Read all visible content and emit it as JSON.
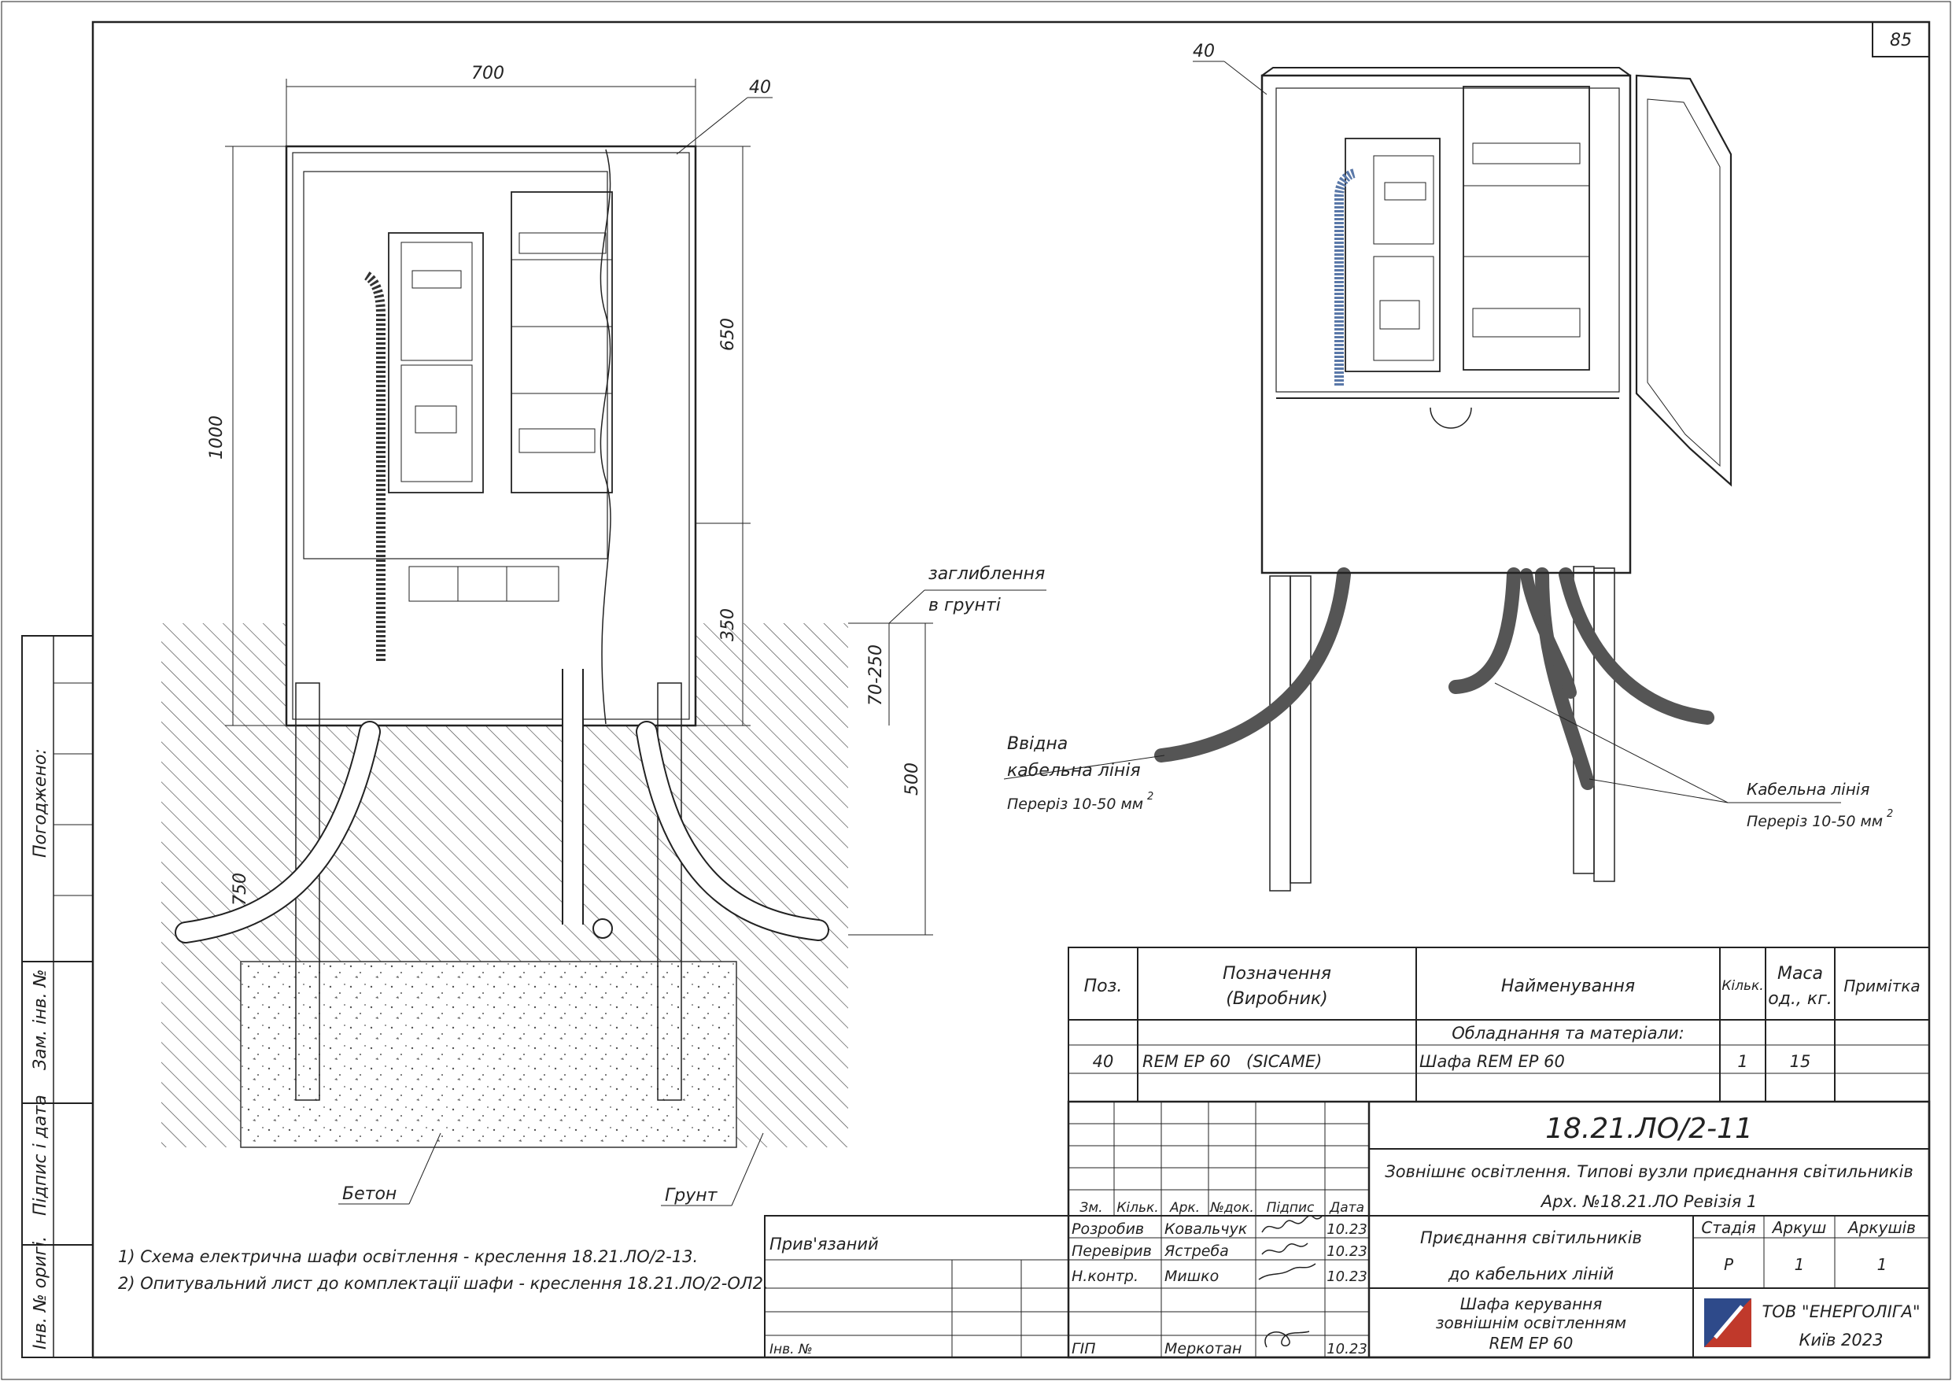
{
  "sheet": {
    "page_number": "85"
  },
  "front_view": {
    "dims": {
      "width": "700",
      "height": "1000",
      "upper": "650",
      "lower": "350",
      "depth": "70-250",
      "foundation": "500",
      "post_depth": "750"
    },
    "position": "40",
    "burial_label": [
      "заглиблення",
      "в грунті"
    ],
    "concrete_label": "Бетон",
    "soil_label": "Грунт"
  },
  "iso_view": {
    "position": "40",
    "inlet": {
      "title": [
        "Ввідна",
        "кабельна лінія"
      ],
      "section": "Переріз 10-50 мм",
      "sup": "2"
    },
    "cable": {
      "title": "Кабельна лінія",
      "section": "Переріз 10-50 мм",
      "sup": "2"
    }
  },
  "notes": [
    "1) Схема електрична шафи освітлення - креслення 18.21.ЛО/2-13.",
    "2) Опитувальний лист до комплектації шафи - креслення 18.21.ЛО/2-ОЛ2."
  ],
  "left_strip": {
    "agreed": "Погоджено:",
    "zam_inv": "Зам. інв. №",
    "sign_date": "Підпис і дата",
    "inv_orig": "Інв. № оригі."
  },
  "spec_table": {
    "headers": {
      "pos": "Поз.",
      "designation": [
        "Позначення",
        "(Виробник)"
      ],
      "name": "Найменування",
      "qty": "Кільк.",
      "mass": [
        "Маса",
        "од., кг."
      ],
      "note": "Примітка"
    },
    "section": "Обладнання та матеріали:",
    "rows": [
      {
        "pos": "40",
        "designation": "REM EP 60   (SICAME)",
        "name": "Шафа REM EP 60",
        "qty": "1",
        "mass": "15",
        "note": ""
      }
    ]
  },
  "title_block": {
    "code": "18.21.ЛО/2-11",
    "project_line1": "Зовнішнє освітлення. Типові вузли приєднання світильників",
    "project_line2": "Арх. №18.21.ЛО Ревізія 1",
    "sheet_title": [
      "Приєднання світильників",
      "до кабельних ліній"
    ],
    "drawing_title": [
      "Шафа керування",
      "зовнішнім освітленням",
      "REM EP 60"
    ],
    "col_heads": [
      "Зм.",
      "Кільк.",
      "Арк.",
      "№док.",
      "Підпис",
      "Дата"
    ],
    "people": [
      {
        "role": "Розробив",
        "name": "Ковальчук",
        "date": "10.23"
      },
      {
        "role": "Перевірив",
        "name": "Ястреба",
        "date": "10.23"
      },
      {
        "role": "Н.контр.",
        "name": "Мишко",
        "date": "10.23"
      },
      {
        "role": "ГІП",
        "name": "Меркотан",
        "date": "10.23"
      }
    ],
    "stage_heads": [
      "Стадія",
      "Аркуш",
      "Аркушів"
    ],
    "stage_vals": [
      "Р",
      "1",
      "1"
    ],
    "company": [
      "ТОВ \"ЕНЕРГОЛІГА\"",
      "Київ 2023"
    ],
    "attached": "Прив'язаний",
    "inv_no": "Інв. №"
  }
}
